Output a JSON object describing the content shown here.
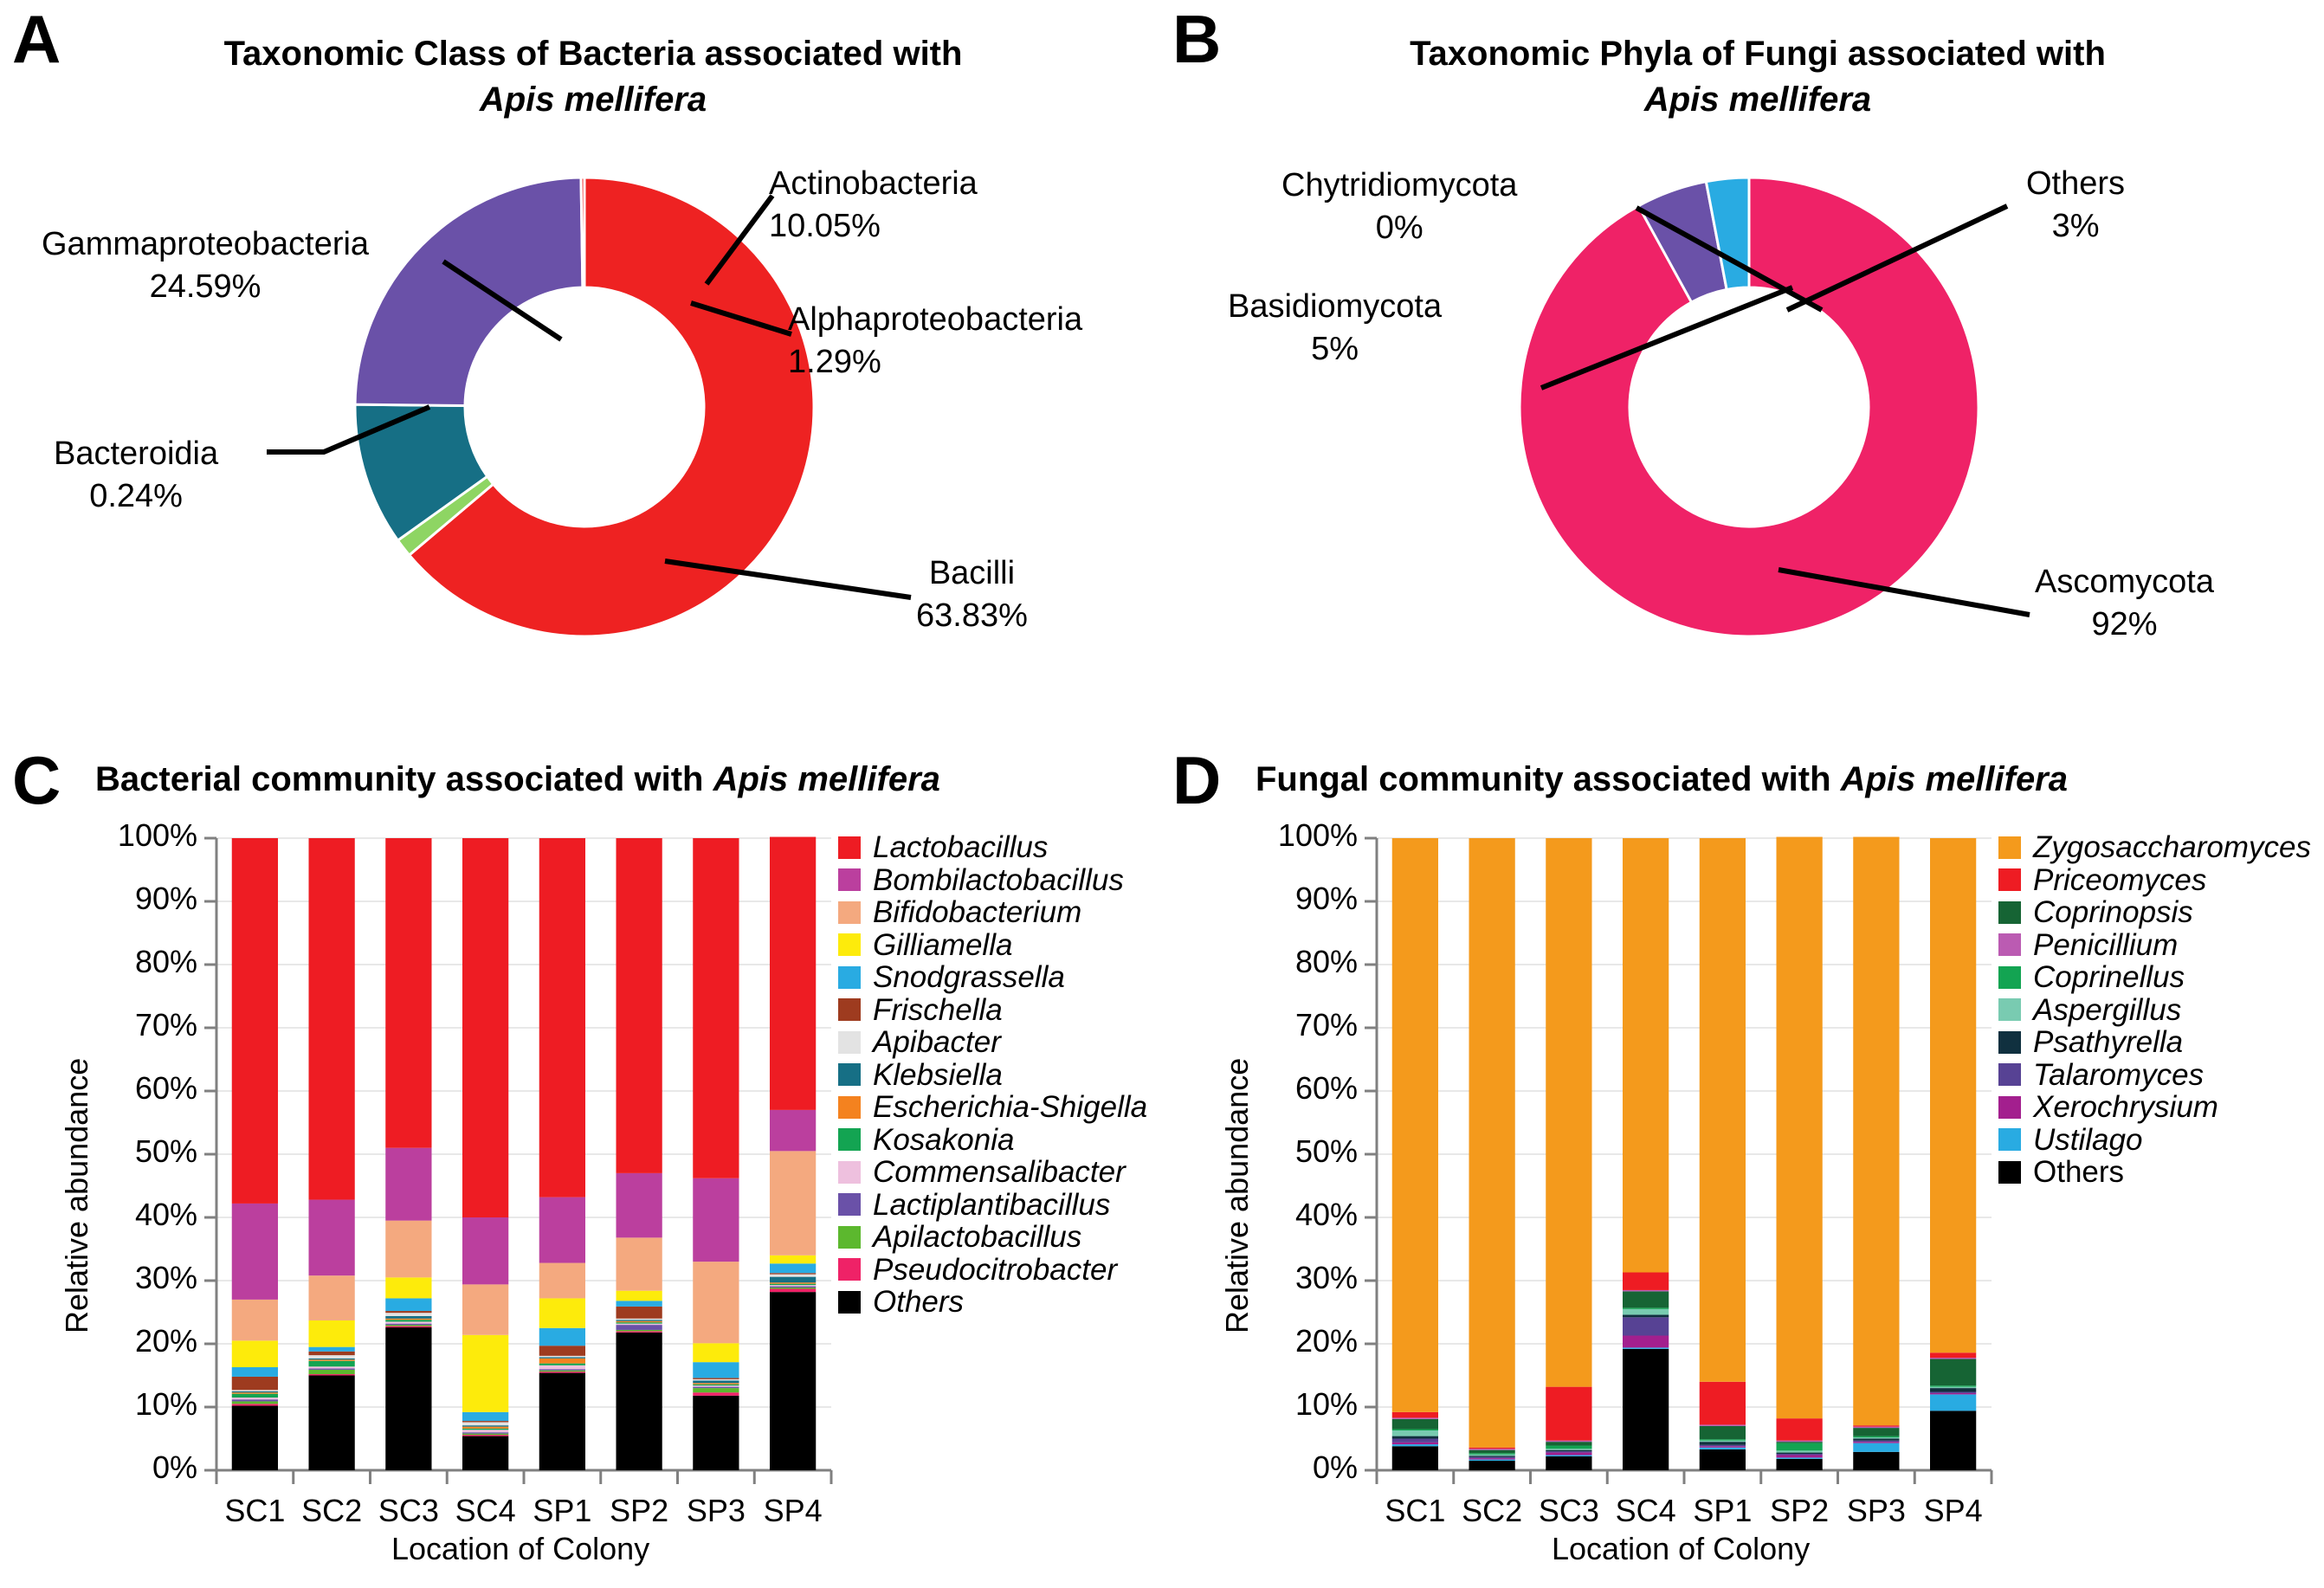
{
  "figure": {
    "panels": [
      "A",
      "B",
      "C",
      "D"
    ],
    "background": "#ffffff"
  },
  "panelA": {
    "label": "A",
    "title_line1": "Taxonomic Class of Bacteria associated with",
    "title_line2": "Apis mellifera",
    "chart_data": {
      "type": "pie",
      "title": "Taxonomic Class of Bacteria associated with Apis mellifera",
      "labels": [
        "Bacilli",
        "Alphaproteobacteria",
        "Actinobacteria",
        "Gammaproteobacteria",
        "Bacteroidia"
      ],
      "values": [
        63.83,
        1.29,
        10.05,
        24.59,
        0.24
      ],
      "value_labels": [
        "63.83%",
        "1.29%",
        "10.05%",
        "24.59%",
        "0.24%"
      ],
      "colors": [
        "#ee2222",
        "#8ed563",
        "#166f85",
        "#6a51a8",
        "#ee2222"
      ],
      "donut": true,
      "legend_position": "callouts"
    },
    "callouts": [
      {
        "name": "Actinobacteria",
        "value": "10.05%"
      },
      {
        "name": "Alphaproteobacteria",
        "value": "1.29%"
      },
      {
        "name": "Gammaproteobacteria",
        "value": "24.59%"
      },
      {
        "name": "Bacteroidia",
        "value": "0.24%"
      },
      {
        "name": "Bacilli",
        "value": "63.83%"
      }
    ]
  },
  "panelB": {
    "label": "B",
    "title_line1": "Taxonomic Phyla of Fungi associated with",
    "title_line2": "Apis mellifera",
    "chart_data": {
      "type": "pie",
      "title": "Taxonomic Phyla of Fungi associated with Apis mellifera",
      "labels": [
        "Ascomycota",
        "Basidiomycota",
        "Chytridiomycota",
        "Others"
      ],
      "values": [
        92,
        5,
        0,
        3
      ],
      "value_labels": [
        "92%",
        "5%",
        "0%",
        "3%"
      ],
      "colors": [
        "#ef2267",
        "#6a51a8",
        "#8ed563",
        "#29abe2"
      ],
      "donut": true,
      "legend_position": "callouts"
    },
    "callouts": [
      {
        "name": "Chytridiomycota",
        "value": "0%"
      },
      {
        "name": "Others",
        "value": "3%"
      },
      {
        "name": "Basidiomycota",
        "value": "5%"
      },
      {
        "name": "Ascomycota",
        "value": "92%"
      }
    ]
  },
  "panelC": {
    "label": "C",
    "title_prefix": "Bacterial community associated with ",
    "title_italic": "Apis mellifera",
    "ylabel": "Relative abundance",
    "xlabel": "Location of Colony",
    "yticks": [
      "100%",
      "90%",
      "80%",
      "70%",
      "60%",
      "50%",
      "40%",
      "30%",
      "20%",
      "10%",
      "0%"
    ],
    "chart_data": {
      "type": "bar",
      "stacked": true,
      "title": "Bacterial community associated with Apis mellifera",
      "xlabel": "Location of Colony",
      "ylabel": "Relative abundance",
      "ylim": [
        0,
        100
      ],
      "grid": true,
      "categories": [
        "SC1",
        "SC2",
        "SC3",
        "SC4",
        "SP1",
        "SP2",
        "SP3",
        "SP4"
      ],
      "series": [
        {
          "name": "Others",
          "color": "#000000",
          "values": [
            10.2,
            15.0,
            22.6,
            5.4,
            15.4,
            21.8,
            11.8,
            28.2
          ]
        },
        {
          "name": "Pseudocitrobacter",
          "color": "#ef2267",
          "values": [
            0.3,
            0.2,
            0.2,
            0.2,
            0.2,
            0.2,
            0.5,
            0.5
          ]
        },
        {
          "name": "Apilactobacillus",
          "color": "#5cb82e",
          "values": [
            0.4,
            0.7,
            0.2,
            0.2,
            0.2,
            0.2,
            0.7,
            0.2
          ]
        },
        {
          "name": "Lactiplantibacillus",
          "color": "#6a51a8",
          "values": [
            0.3,
            0.2,
            0.2,
            0.2,
            0.2,
            0.8,
            0.2,
            0.2
          ]
        },
        {
          "name": "Commensalibacter",
          "color": "#eec0de",
          "values": [
            0.3,
            0.3,
            0.3,
            0.4,
            0.6,
            0.2,
            0.2,
            0.2
          ]
        },
        {
          "name": "Kosakonia",
          "color": "#13a452",
          "values": [
            0.6,
            0.9,
            0.3,
            0.2,
            0.3,
            0.2,
            0.2,
            0.2
          ]
        },
        {
          "name": "Escherichia-Shigella",
          "color": "#f4821f",
          "values": [
            0.2,
            0.2,
            0.2,
            0.3,
            0.8,
            0.2,
            0.2,
            0.2
          ]
        },
        {
          "name": "Klebsiella",
          "color": "#166f85",
          "values": [
            0.2,
            0.2,
            0.4,
            0.2,
            0.2,
            0.2,
            0.4,
            0.9
          ]
        },
        {
          "name": "Apibacter",
          "color": "#e3e3e3",
          "values": [
            0.2,
            0.5,
            0.5,
            0.5,
            0.2,
            0.2,
            0.2,
            0.4
          ]
        },
        {
          "name": "Frischella",
          "color": "#9e3b1f",
          "values": [
            2.1,
            0.6,
            0.3,
            0.2,
            1.6,
            1.9,
            0.2,
            0.2
          ]
        },
        {
          "name": "Snodgrassella",
          "color": "#29abe2",
          "values": [
            1.5,
            0.7,
            2.0,
            1.4,
            2.8,
            0.9,
            2.5,
            1.5
          ]
        },
        {
          "name": "Gilliamella",
          "color": "#fdeb0b",
          "values": [
            4.2,
            4.2,
            3.3,
            12.2,
            4.7,
            1.6,
            3.0,
            1.3
          ]
        },
        {
          "name": "Bifidobacterium",
          "color": "#f4a97f",
          "values": [
            6.5,
            7.1,
            9.0,
            8.0,
            5.6,
            8.4,
            12.9,
            16.5
          ]
        },
        {
          "name": "Bombilactobacillus",
          "color": "#bb3f9e",
          "values": [
            15.2,
            12.0,
            11.5,
            10.6,
            10.4,
            10.2,
            13.2,
            6.5
          ]
        },
        {
          "name": "Lactobacillus",
          "color": "#ee1c23",
          "values": [
            57.8,
            57.2,
            49.0,
            60.0,
            56.8,
            53.0,
            53.8,
            43.2
          ]
        }
      ]
    },
    "legend": [
      {
        "label": "Lactobacillus",
        "color": "#ee1c23",
        "italic": true
      },
      {
        "label": "Bombilactobacillus",
        "color": "#bb3f9e",
        "italic": true
      },
      {
        "label": "Bifidobacterium",
        "color": "#f4a97f",
        "italic": true
      },
      {
        "label": "Gilliamella",
        "color": "#fdeb0b",
        "italic": true
      },
      {
        "label": "Snodgrassella",
        "color": "#29abe2",
        "italic": true
      },
      {
        "label": "Frischella",
        "color": "#9e3b1f",
        "italic": true
      },
      {
        "label": "Apibacter",
        "color": "#e3e3e3",
        "italic": true
      },
      {
        "label": "Klebsiella",
        "color": "#166f85",
        "italic": true
      },
      {
        "label": "Escherichia-Shigella",
        "color": "#f4821f",
        "italic": true
      },
      {
        "label": "Kosakonia",
        "color": "#13a452",
        "italic": true
      },
      {
        "label": "Commensalibacter",
        "color": "#eec0de",
        "italic": true
      },
      {
        "label": "Lactiplantibacillus",
        "color": "#6a51a8",
        "italic": true
      },
      {
        "label": "Apilactobacillus",
        "color": "#5cb82e",
        "italic": true
      },
      {
        "label": "Pseudocitrobacter",
        "color": "#ef2267",
        "italic": true
      },
      {
        "label": "Others",
        "color": "#000000",
        "italic": true
      }
    ]
  },
  "panelD": {
    "label": "D",
    "title_prefix": "Fungal community associated with ",
    "title_italic": "Apis mellifera",
    "ylabel": "Relative abundance",
    "xlabel": "Location of Colony",
    "yticks": [
      "100%",
      "90%",
      "80%",
      "70%",
      "60%",
      "50%",
      "40%",
      "30%",
      "20%",
      "10%",
      "0%"
    ],
    "chart_data": {
      "type": "bar",
      "stacked": true,
      "title": "Fungal community associated with Apis mellifera",
      "xlabel": "Location of Colony",
      "ylabel": "Relative abundance",
      "ylim": [
        0,
        100
      ],
      "grid": true,
      "categories": [
        "SC1",
        "SC2",
        "SC3",
        "SC4",
        "SP1",
        "SP2",
        "SP3",
        "SP4"
      ],
      "series": [
        {
          "name": "Others",
          "color": "#000000",
          "values": [
            3.8,
            1.5,
            2.2,
            19.2,
            3.3,
            1.8,
            2.9,
            9.4
          ]
        },
        {
          "name": "Ustilago",
          "color": "#29abe2",
          "values": [
            0.3,
            0.2,
            0.2,
            0.2,
            0.3,
            0.2,
            1.4,
            2.6
          ]
        },
        {
          "name": "Xerochrysium",
          "color": "#a31f8e",
          "values": [
            0.3,
            0.2,
            0.4,
            1.9,
            0.2,
            0.4,
            0.2,
            0.2
          ]
        },
        {
          "name": "Talaromyces",
          "color": "#574294",
          "values": [
            0.6,
            0.2,
            0.2,
            2.9,
            0.2,
            0.2,
            0.2,
            0.2
          ]
        },
        {
          "name": "Psathyrella",
          "color": "#10303f",
          "values": [
            0.4,
            0.2,
            0.2,
            0.4,
            0.5,
            0.2,
            0.3,
            0.6
          ]
        },
        {
          "name": "Aspergillus",
          "color": "#79cbb1",
          "values": [
            0.9,
            0.2,
            0.2,
            0.9,
            0.2,
            0.3,
            0.2,
            0.2
          ]
        },
        {
          "name": "Coprinellus",
          "color": "#13a452",
          "values": [
            0.2,
            0.2,
            0.5,
            0.2,
            0.2,
            1.2,
            0.2,
            0.2
          ]
        },
        {
          "name": "Coprinopsis",
          "color": "#166434",
          "values": [
            1.6,
            0.5,
            0.6,
            2.6,
            2.1,
            0.2,
            1.3,
            4.2
          ]
        },
        {
          "name": "Penicillium",
          "color": "#bb5bb2",
          "values": [
            0.2,
            0.2,
            0.2,
            0.2,
            0.2,
            0.2,
            0.2,
            0.2
          ]
        },
        {
          "name": "Priceomyces",
          "color": "#ee1c23",
          "values": [
            0.9,
            0.2,
            8.5,
            2.8,
            6.8,
            3.5,
            0.2,
            0.8
          ]
        },
        {
          "name": "Zygosaccharomyces",
          "color": "#f49a1c",
          "values": [
            90.8,
            96.4,
            86.8,
            68.7,
            86.0,
            92.0,
            93.1,
            81.4
          ]
        }
      ]
    },
    "legend": [
      {
        "label": "Zygosaccharomyces",
        "color": "#f49a1c",
        "italic": true
      },
      {
        "label": "Priceomyces",
        "color": "#ee1c23",
        "italic": true
      },
      {
        "label": "Coprinopsis",
        "color": "#166434",
        "italic": true
      },
      {
        "label": "Penicillium",
        "color": "#bb5bb2",
        "italic": true
      },
      {
        "label": "Coprinellus",
        "color": "#13a452",
        "italic": true
      },
      {
        "label": "Aspergillus",
        "color": "#79cbb1",
        "italic": true
      },
      {
        "label": "Psathyrella",
        "color": "#10303f",
        "italic": true
      },
      {
        "label": "Talaromyces",
        "color": "#574294",
        "italic": true
      },
      {
        "label": "Xerochrysium",
        "color": "#a31f8e",
        "italic": true
      },
      {
        "label": "Ustilago",
        "color": "#29abe2",
        "italic": true
      },
      {
        "label": "Others",
        "color": "#000000",
        "italic": false
      }
    ]
  }
}
